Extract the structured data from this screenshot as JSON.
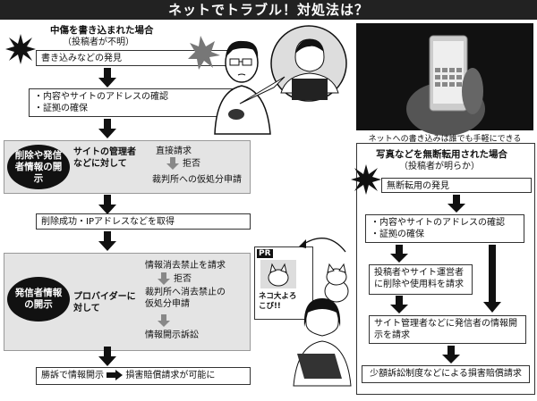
{
  "title": "ネットでトラブル！対処法は？",
  "left": {
    "heading": "中傷を書き込まれた場合",
    "subheading": "（投稿者が不明）",
    "step1": "書き込みなどの発見",
    "step2_line1": "・内容やサイトのアドレスの確認",
    "step2_line2": "・証拠の確保",
    "phase1_label": "削除や発信者情報の開示",
    "site_target": "サイトの管理者などに対して",
    "site_step1": "直接請求",
    "site_refused": "拒否",
    "site_step2": "裁判所への仮処分申請",
    "step3": "削除成功・IPアドレスなどを取得",
    "phase2_label": "発信者情報の開示",
    "provider_target": "プロバイダーに対して",
    "prov_step1": "情報消去禁止を請求",
    "prov_refused": "拒否",
    "prov_step2": "裁判所へ消去禁止の仮処分申請",
    "prov_step3": "情報開示訴訟",
    "final_a": "勝訴で情報開示",
    "final_b": "損害賠償請求が可能に"
  },
  "photo_caption": "ネットへの書き込みは誰でも手軽にできる",
  "right": {
    "heading": "写真などを無断転用された場合",
    "subheading": "（投稿者が明らか）",
    "step1": "無断転用の発見",
    "step2_line1": "・内容やサイトのアドレスの確認",
    "step2_line2": "・証拠の確保",
    "step3": "投稿者やサイト運営者に削除や使用料を請求",
    "step4": "サイト管理者などに発信者の情報開示を請求",
    "step5": "少額訴訟制度などによる損害賠償請求"
  },
  "poster": {
    "pr": "PR",
    "text": "ネコ大よろこび!!"
  }
}
